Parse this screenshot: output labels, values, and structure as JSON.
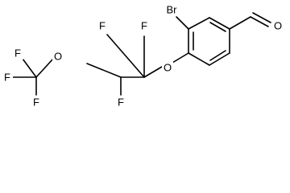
{
  "structure": {
    "atoms": {
      "br": "Br",
      "o_ald": "O",
      "o_ether": "O",
      "o_cf3": "O",
      "f_cf2_left": "F",
      "f_cf2_right": "F",
      "f_chf": "F",
      "f_cf3_top": "F",
      "f_cf3_left": "F",
      "f_cf3_bottom": "F"
    }
  }
}
